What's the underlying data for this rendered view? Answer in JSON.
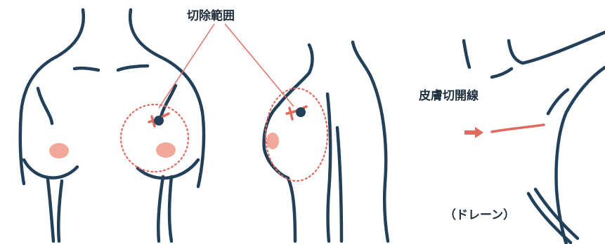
{
  "labels": {
    "excision_range": "切除範囲",
    "skin_incision_line": "皮膚切開線",
    "drain": "（ドレーン）"
  },
  "colors": {
    "outline": "#22405a",
    "accent": "#e06a5e",
    "areola": "#f2a898"
  }
}
